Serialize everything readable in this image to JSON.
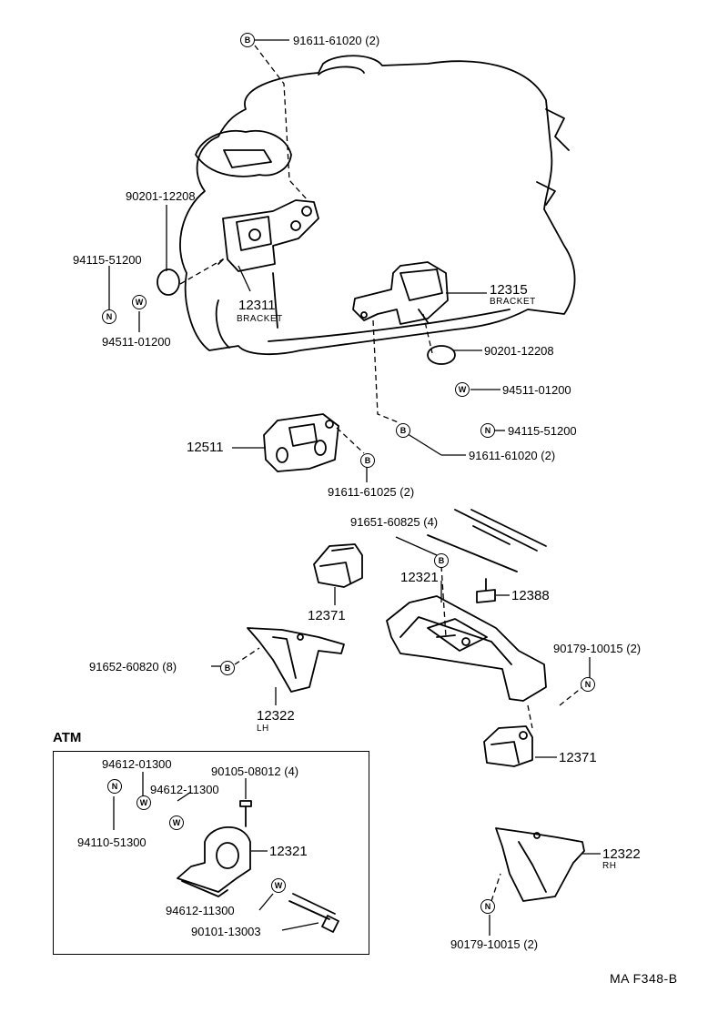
{
  "callouts": {
    "c1": "91611-61020 (2)",
    "c2": "90201-12208",
    "c3": "94115-51200",
    "c4": "94511-01200",
    "c5": "12311",
    "c5sub": "BRACKET",
    "c6": "12315",
    "c6sub": "BRACKET",
    "c7": "90201-12208",
    "c8": "94511-01200",
    "c9": "94115-51200",
    "c10": "91611-61020 (2)",
    "c11": "12511",
    "c12": "91611-61025 (2)",
    "c13": "91651-60825 (4)",
    "c14": "12321",
    "c15": "12388",
    "c16": "12371",
    "c17": "91652-60820 (8)",
    "c18": "12322",
    "c18sub": "LH",
    "c19": "90179-10015 (2)",
    "c20": "12371",
    "c21": "12322",
    "c21sub": "RH",
    "c22": "90179-10015 (2)"
  },
  "atm": {
    "heading": "ATM",
    "c1": "94612-01300",
    "c2": "90105-08012 (4)",
    "c3": "94612-11300",
    "c4": "94110-51300",
    "c5": "12321",
    "c6": "94612-11300",
    "c7": "90101-13003"
  },
  "symbols": {
    "bolt": "B",
    "nut": "N",
    "washer": "W"
  },
  "figure_code": "MA F348-B"
}
